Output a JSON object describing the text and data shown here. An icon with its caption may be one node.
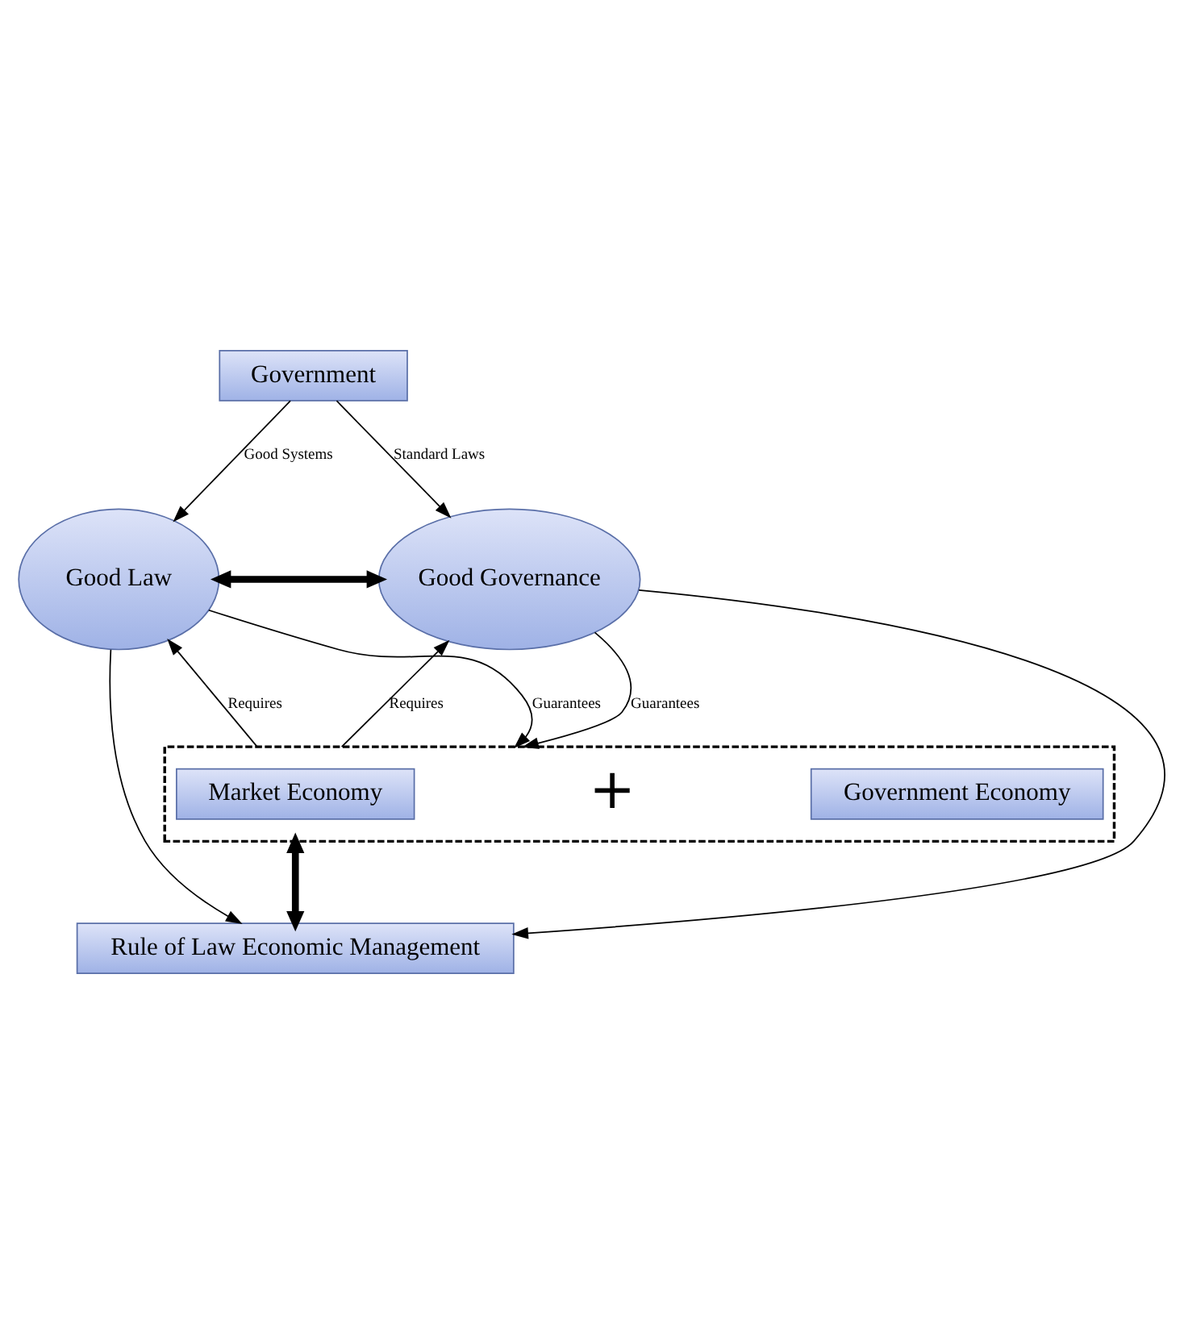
{
  "diagram": {
    "nodes": [
      {
        "text": [
          "Government"
        ]
      },
      {
        "text": [
          "Good Law"
        ]
      },
      {
        "text": [
          "Good Governance"
        ]
      },
      {
        "text": [],
        "shape": "box"
      },
      {
        "text": [
          "Market Economy"
        ],
        "in": 3
      },
      {
        "text": [
          "Government Economy"
        ],
        "in": 3
      },
      {
        "text": [
          "Rule of Law Economic Management"
        ]
      }
    ],
    "edges": [
      {
        "from": 0,
        "to": 1,
        "arrow": "to",
        "label": "Good Systems"
      },
      {
        "from": 0,
        "to": 2,
        "arrow": "to",
        "label": "Standard Laws"
      },
      {
        "from": 1,
        "to": 2,
        "arrow": "both",
        "style": "thick"
      },
      {
        "from": 3,
        "to": 1,
        "arrow": "to",
        "label": "Requires"
      },
      {
        "from": 1,
        "to": 3,
        "arrow": "to",
        "label": "Guarantees"
      },
      {
        "from": 3,
        "to": 2,
        "arrow": "to",
        "label": "Requires"
      },
      {
        "from": 2,
        "to": 3,
        "arrow": "to",
        "label": "Guarantees"
      },
      {
        "from": 3,
        "to": 6,
        "arrow": "both",
        "style": "thick"
      },
      {
        "from": 1,
        "to": 6,
        "arrow": "to"
      },
      {
        "from": 2,
        "to": 6,
        "arrow": "to"
      }
    ],
    "labels": [
      "+"
    ]
  }
}
